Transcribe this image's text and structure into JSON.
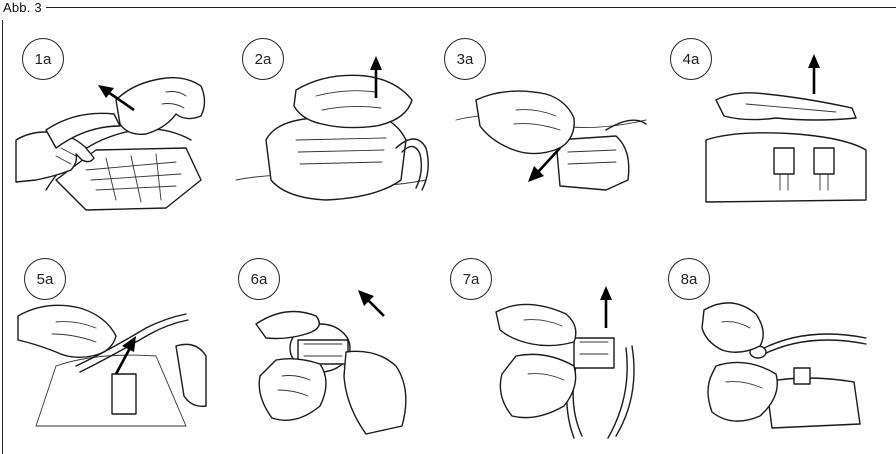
{
  "figure": {
    "label": "Abb. 3"
  },
  "steps": [
    {
      "label": "1a"
    },
    {
      "label": "2a"
    },
    {
      "label": "3a"
    },
    {
      "label": "4a"
    },
    {
      "label": "5a"
    },
    {
      "label": "6a"
    },
    {
      "label": "7a"
    },
    {
      "label": "8a"
    }
  ],
  "colors": {
    "line": "#1a1a1a",
    "background": "#ffffff"
  }
}
